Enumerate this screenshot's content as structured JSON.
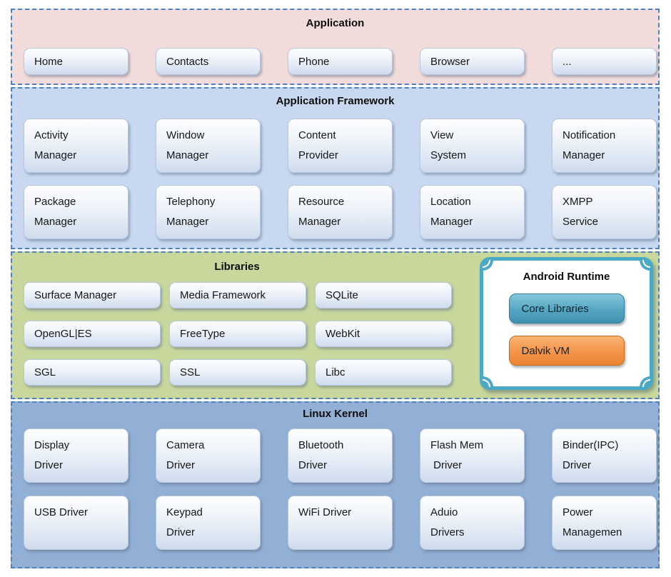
{
  "application": {
    "title": "Application",
    "items": [
      {
        "l1": "Home"
      },
      {
        "l1": "Contacts"
      },
      {
        "l1": "Phone"
      },
      {
        "l1": "Browser"
      },
      {
        "l1": "..."
      }
    ]
  },
  "framework": {
    "title": "Application Framework",
    "items": [
      {
        "l1": "Activity",
        "l2": "Manager"
      },
      {
        "l1": "Window",
        "l2": "Manager"
      },
      {
        "l1": "Content",
        "l2": "Provider"
      },
      {
        "l1": "View",
        "l2": "System"
      },
      {
        "l1": "Notification",
        "l2": "Manager"
      },
      {
        "l1": "Package",
        "l2": "Manager"
      },
      {
        "l1": "Telephony",
        "l2": "Manager"
      },
      {
        "l1": "Resource",
        "l2": "Manager"
      },
      {
        "l1": "Location",
        "l2": "Manager"
      },
      {
        "l1": "XMPP",
        "l2": "Service"
      }
    ]
  },
  "libraries": {
    "title": "Libraries",
    "items": [
      {
        "l1": "Surface Manager"
      },
      {
        "l1": "Media Framework"
      },
      {
        "l1": "SQLite"
      },
      {
        "l1": "OpenGL|ES"
      },
      {
        "l1": "FreeType"
      },
      {
        "l1": "WebKit"
      },
      {
        "l1": "SGL"
      },
      {
        "l1": "SSL"
      },
      {
        "l1": "Libc"
      }
    ]
  },
  "runtime": {
    "title": "Android Runtime",
    "core_libraries": "Core Libraries",
    "dalvik_vm": "Dalvik VM"
  },
  "kernel": {
    "title": "Linux Kernel",
    "items": [
      {
        "l1": "Display",
        "l2": "Driver"
      },
      {
        "l1": "Camera",
        "l2": "Driver"
      },
      {
        "l1": "Bluetooth",
        "l2": "Driver"
      },
      {
        "l1": "Flash Mem",
        "l2": " Driver"
      },
      {
        "l1": "Binder(IPC)",
        "l2": "Driver"
      },
      {
        "l1": "USB Driver"
      },
      {
        "l1": "Keypad",
        "l2": "Driver"
      },
      {
        "l1": "WiFi Driver"
      },
      {
        "l1": "Aduio",
        "l2": "Drivers"
      },
      {
        "l1": "Power",
        "l2": "Managemen"
      }
    ]
  },
  "colors": {
    "application_bg": "#f2dcdb",
    "framework_bg": "#c7d8f0",
    "libraries_bg": "#c8d79c",
    "kernel_bg": "#92afd5",
    "dashed_border": "#4f81bd",
    "block_gradient_bottom": "#cfdcee",
    "runtime_frame": "#4aa9c5",
    "core_libraries_fill": "#55a6c2",
    "dalvik_vm_fill": "#f2944a"
  }
}
